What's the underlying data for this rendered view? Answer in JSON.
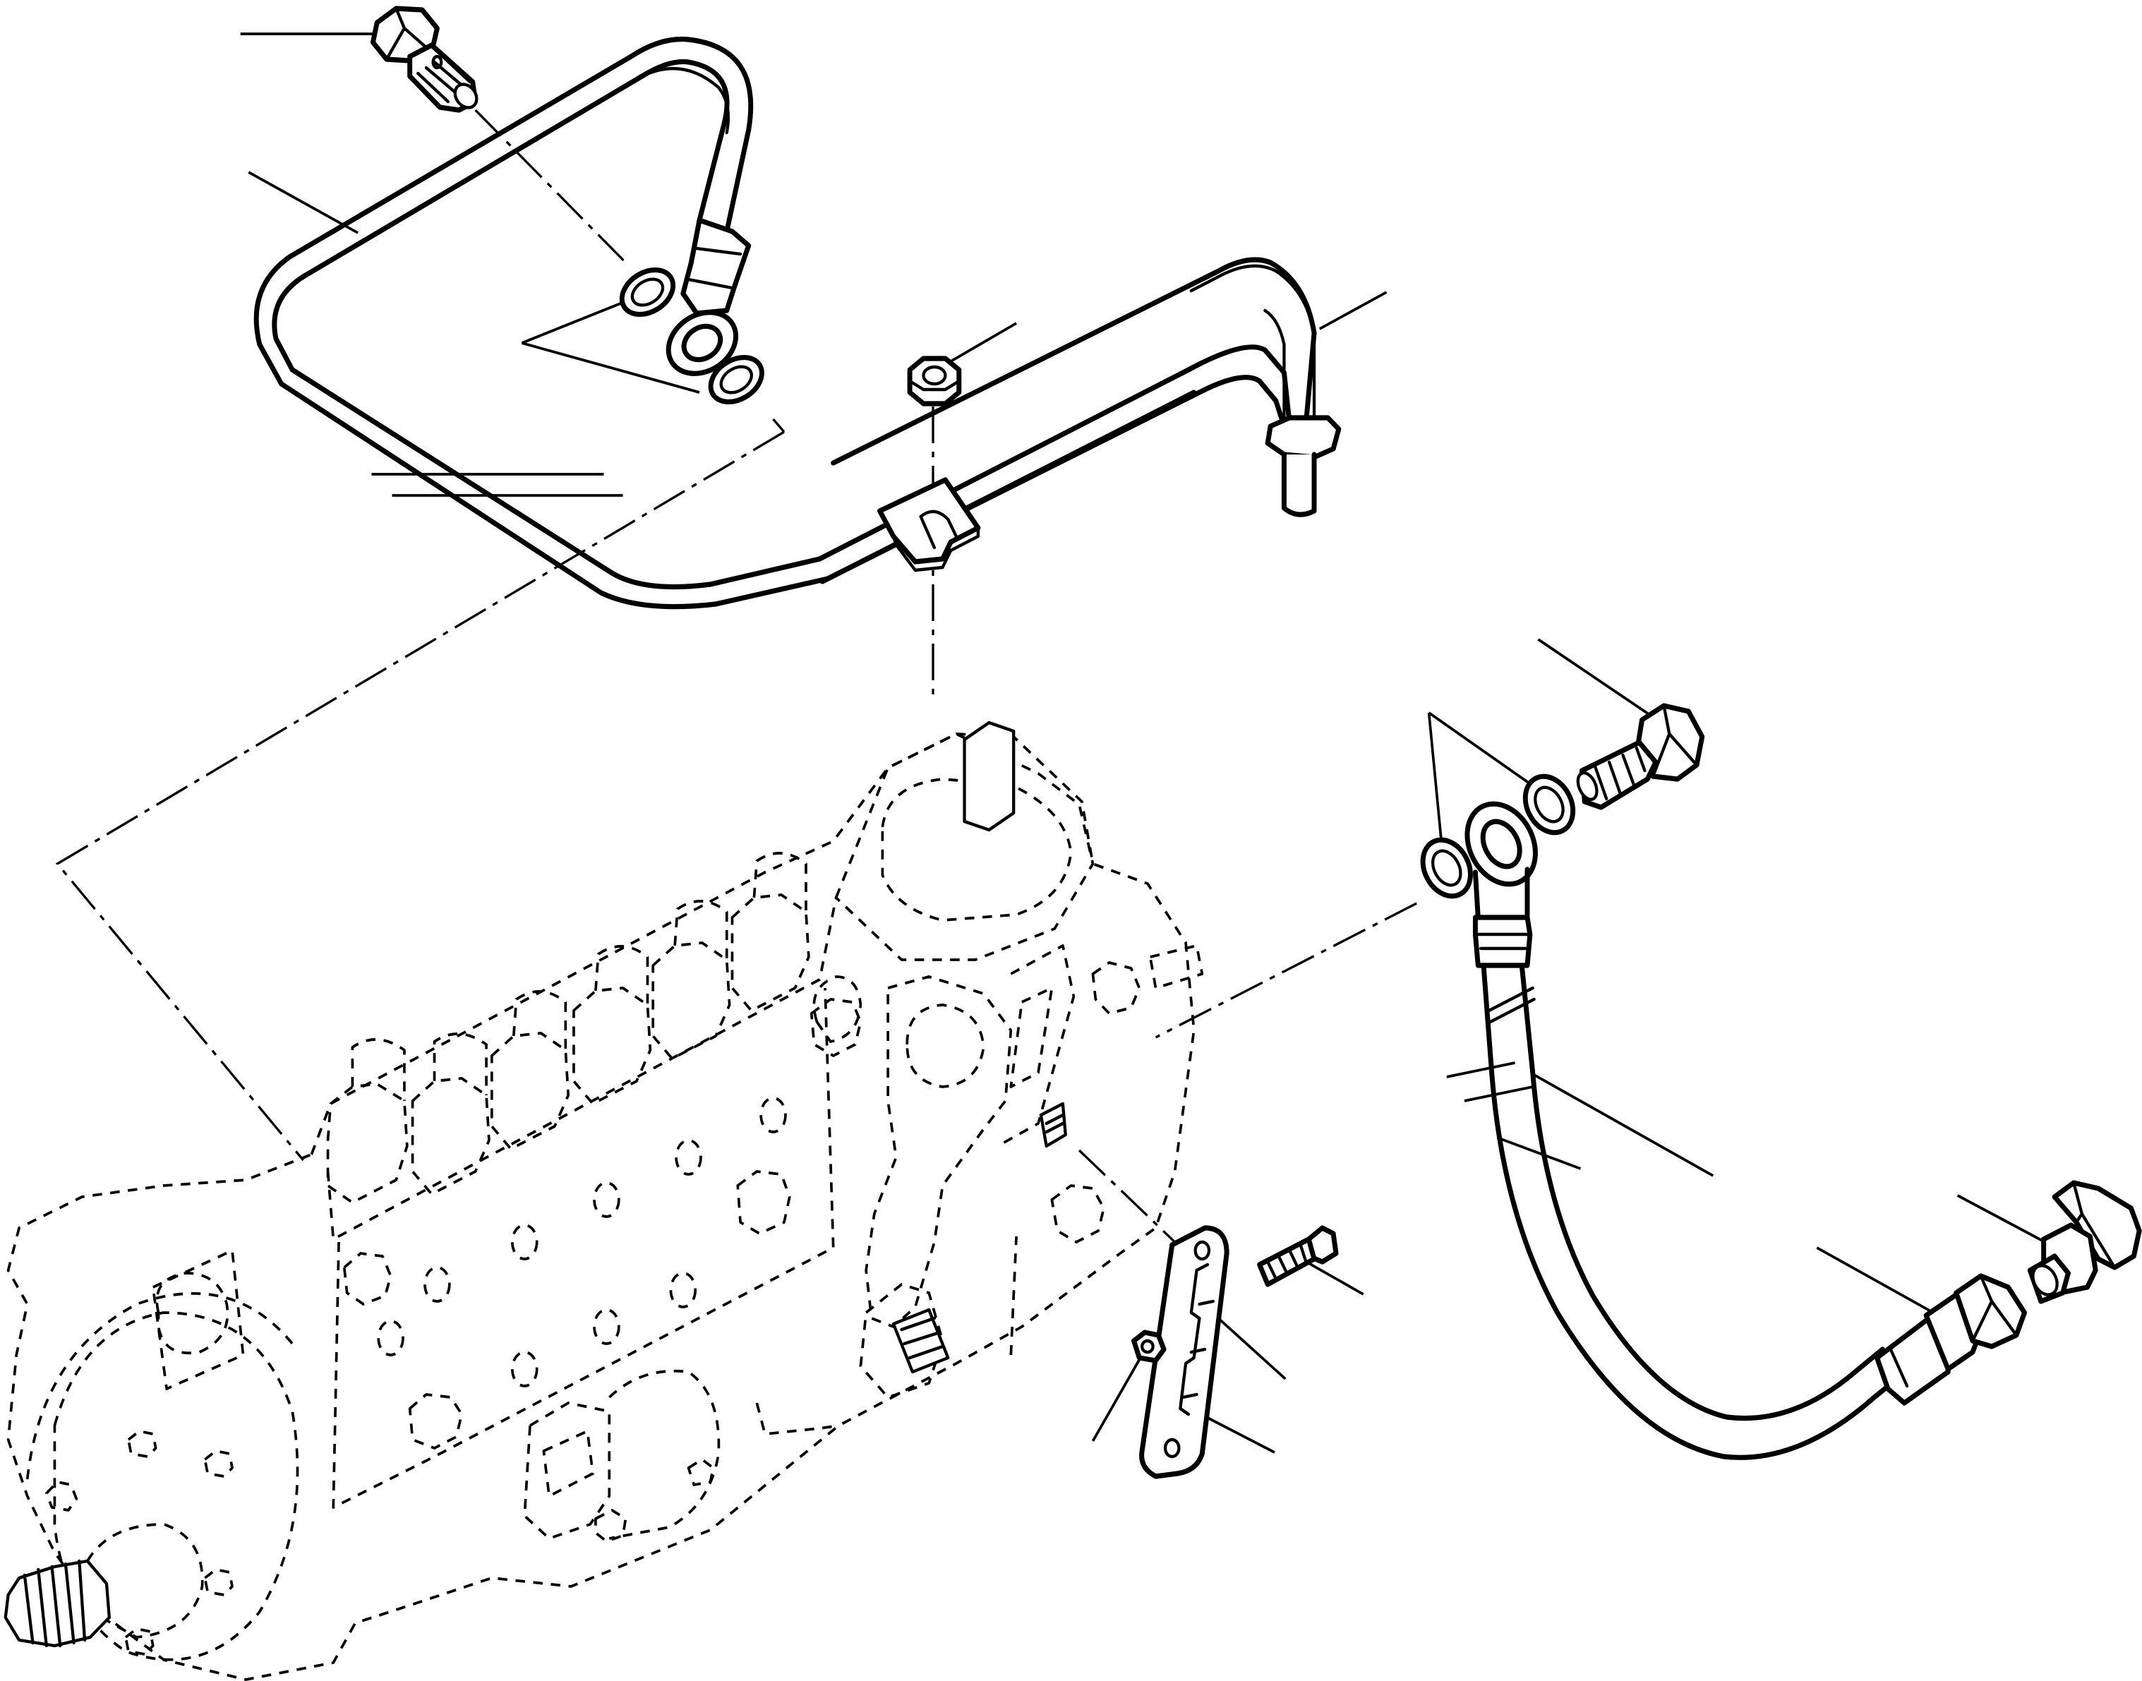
{
  "diagram": {
    "kind": "exploded parts view (no printed text)",
    "parts": [
      "banjo-bolt-top",
      "fuel-return-pipe",
      "sealing-washers-top",
      "nut",
      "slotted-clip",
      "banjo-bolt-right",
      "sealing-washers-right",
      "feed-hose",
      "elbow-adapter",
      "adjusting-screw",
      "slotted-bracket",
      "bracket-nut",
      "injection-pump"
    ]
  }
}
